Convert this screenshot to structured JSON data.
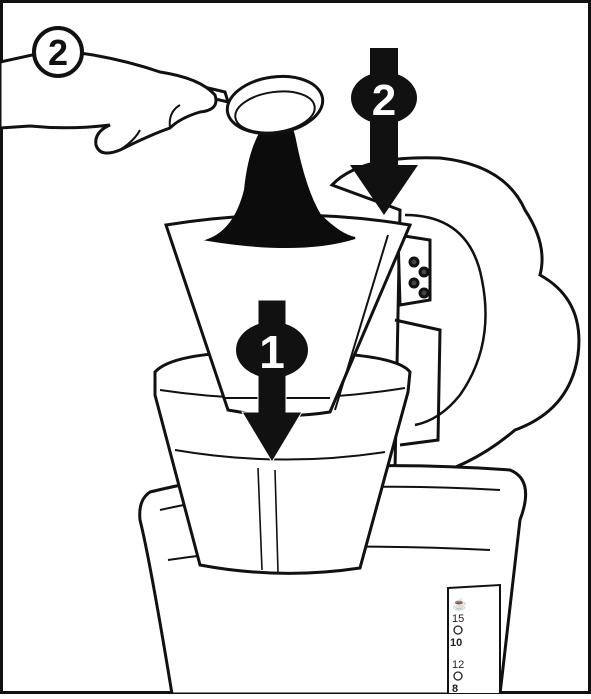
{
  "step_badge": {
    "number": "2"
  },
  "arrows": [
    {
      "id": "coffee-arrow",
      "number": "2"
    },
    {
      "id": "filter-arrow",
      "number": "1"
    }
  ],
  "water_gauge": {
    "cup_symbol": "☕",
    "marks": [
      "15",
      "10",
      "12",
      "8"
    ]
  }
}
